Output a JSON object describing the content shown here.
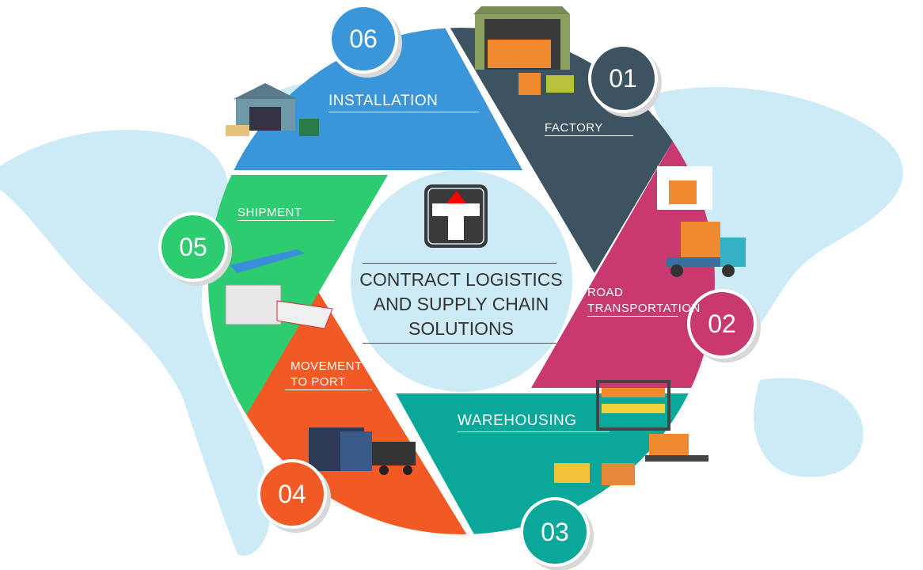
{
  "center": {
    "logo": "T",
    "title_lines": [
      "CONTRACT LOGISTICS",
      "AND SUPPLY CHAIN",
      "SOLUTIONS"
    ]
  },
  "colors": {
    "map": "#cdeaf7",
    "installation": "#3a96d8",
    "factory": "#3d5361",
    "road": "#c83a6f",
    "warehousing": "#0aa89a",
    "movement": "#f15a24",
    "shipment": "#2ecc71",
    "logo_red": "#ff0000",
    "logo_dark": "#3a3a3a"
  },
  "steps": [
    {
      "number": "01",
      "label_lines": [
        "FACTORY"
      ],
      "icon": "warehouse-forklift-icon"
    },
    {
      "number": "02",
      "label_lines": [
        "ROAD",
        "TRANSPORTATION"
      ],
      "icon": "delivery-truck-icon"
    },
    {
      "number": "03",
      "label_lines": [
        "WAREHOUSING"
      ],
      "icon": "shelves-pallet-icon"
    },
    {
      "number": "04",
      "label_lines": [
        "MOVEMENT",
        "TO PORT"
      ],
      "icon": "containers-truck-icon"
    },
    {
      "number": "05",
      "label_lines": [
        "SHIPMENT"
      ],
      "icon": "plane-train-truck-icon"
    },
    {
      "number": "06",
      "label_lines": [
        "INSTALLATION"
      ],
      "icon": "warehouse-trucks-icon"
    }
  ]
}
